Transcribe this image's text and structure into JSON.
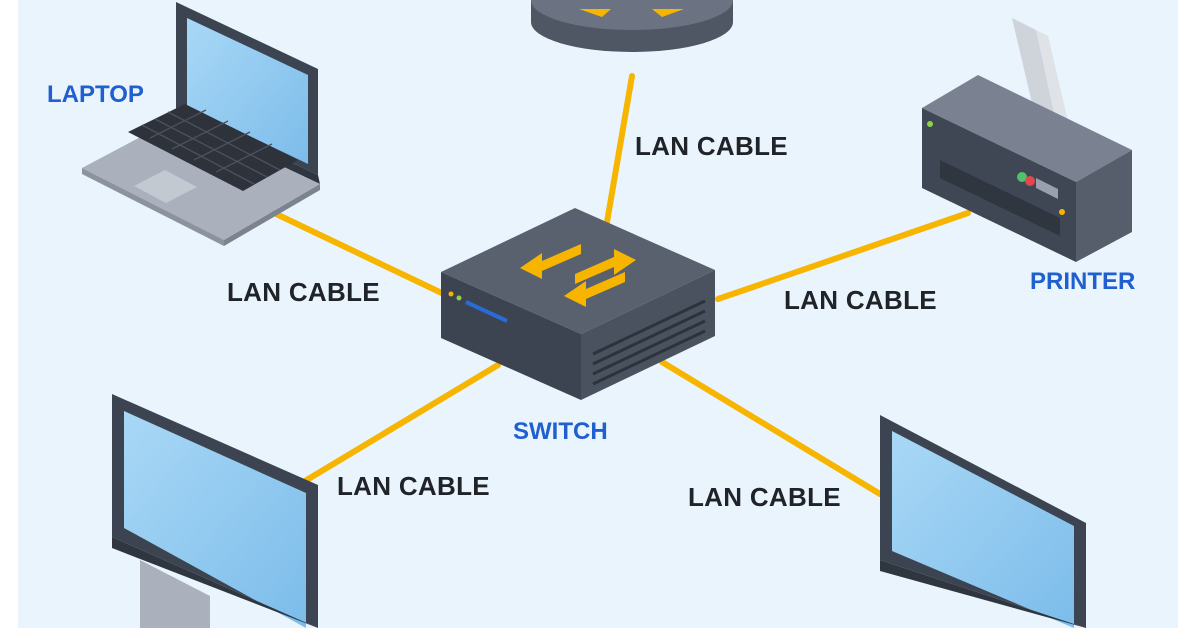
{
  "devices": {
    "laptop": "LAPTOP",
    "printer": "PRINTER",
    "switch": "SWITCH"
  },
  "cables": [
    "LAN CABLE",
    "LAN CABLE",
    "LAN CABLE",
    "LAN CABLE",
    "LAN CABLE"
  ],
  "colors": {
    "background": "#e9f4fd",
    "cable": "#f7b500",
    "device_label": "#1f5fcf",
    "cable_label": "#202327",
    "device_dark": "#3c4451",
    "device_mid": "#555d6b",
    "device_light": "#6f7786",
    "screen": "#8fc8f0",
    "arrow": "#f7b500"
  }
}
